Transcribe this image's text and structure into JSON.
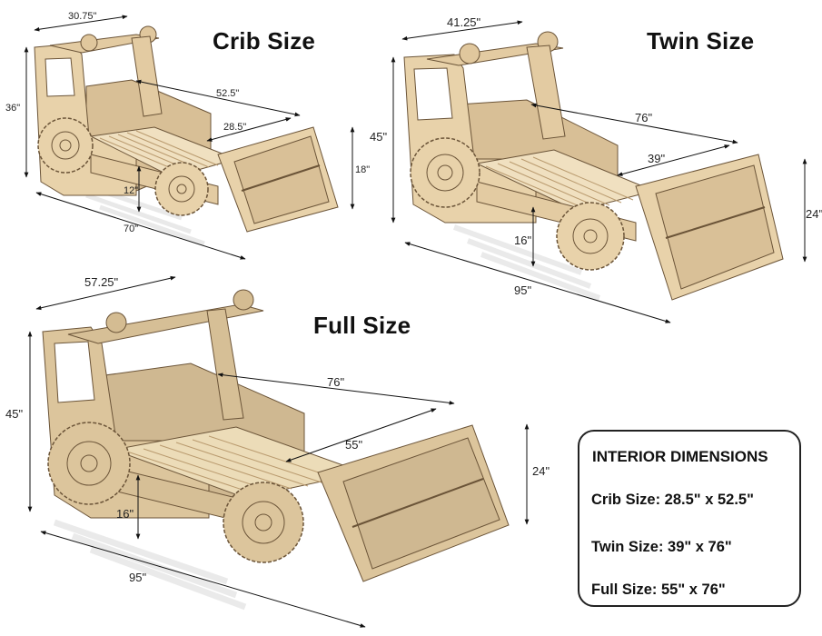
{
  "colors": {
    "wood": "#e6cfa7",
    "wood_dark": "#c9ad82",
    "wood_full": "#dcc59c",
    "outline": "#5a4630",
    "dim_line": "#111111"
  },
  "diagrams": {
    "crib": {
      "title": "Crib Size",
      "width_top": "30.75\"",
      "height": "36\"",
      "length": "70\"",
      "interior_length": "52.5\"",
      "interior_width": "28.5\"",
      "bucket_height": "18\"",
      "clearance": "12\""
    },
    "twin": {
      "title": "Twin Size",
      "width_top": "41.25\"",
      "height": "45\"",
      "length": "95\"",
      "interior_length": "76\"",
      "interior_width": "39\"",
      "bucket_height": "24\"",
      "clearance": "16\""
    },
    "full": {
      "title": "Full Size",
      "width_top": "57.25\"",
      "height": "45\"",
      "length": "95\"",
      "interior_length": "76\"",
      "interior_width": "55\"",
      "bucket_height": "24\"",
      "clearance": "16\""
    }
  },
  "interior_box": {
    "heading": "INTERIOR DIMENSIONS",
    "rows": [
      "Crib Size: 28.5\" x 52.5\"",
      "Twin Size: 39\" x 76\"",
      "Full Size: 55\" x 76\""
    ]
  }
}
